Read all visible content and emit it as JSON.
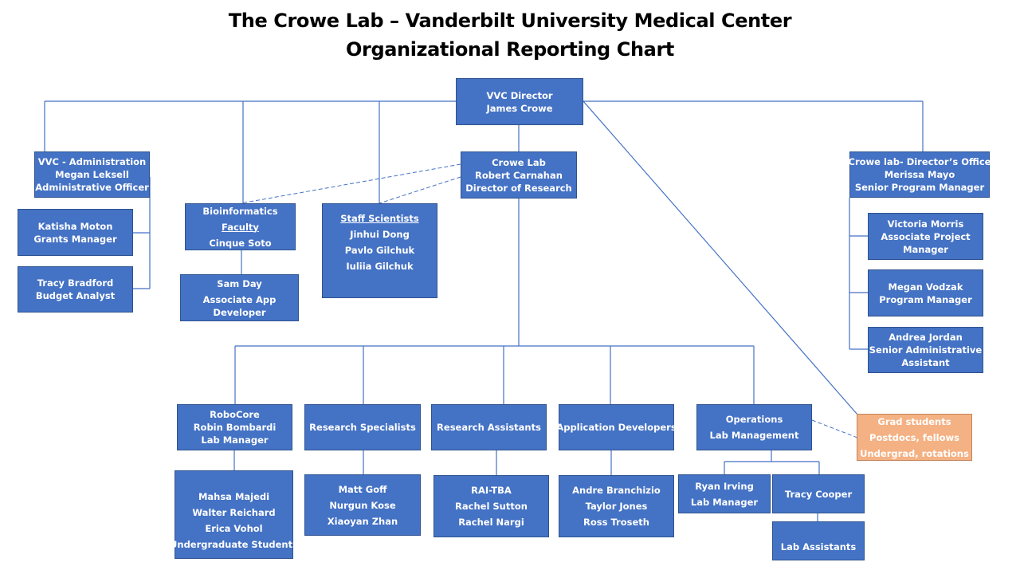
{
  "title": {
    "line1": "The Crowe Lab – Vanderbilt University Medical Center",
    "line2": "Organizational Reporting Chart"
  },
  "colors": {
    "box_fill": "#4472c4",
    "box_border": "#2f528f",
    "highlight_fill": "#f4b183",
    "connector": "#4472c4",
    "text": "#ffffff"
  },
  "nodes": {
    "director": {
      "lines": [
        "VVC Director",
        "James Crowe"
      ]
    },
    "administration": {
      "lines": [
        "VVC - Administration",
        "Megan Leksell",
        "Administrative Officer"
      ]
    },
    "grants": {
      "lines": [
        "Katisha  Moton",
        "Grants Manager"
      ]
    },
    "budget": {
      "lines": [
        "Tracy  Bradford",
        "Budget Analyst"
      ]
    },
    "crowe_lab": {
      "lines": [
        "Crowe Lab",
        "Robert Carnahan",
        "Director of Research"
      ]
    },
    "bioinformatics": {
      "lines": [
        "Bioinformatics",
        "Faculty",
        "Cinque Soto"
      ]
    },
    "sam_day": {
      "lines": [
        "Sam Day",
        "Associate App",
        "Developer"
      ]
    },
    "staff_scientists": {
      "lines": [
        "Staff Scientists",
        "Jinhui Dong",
        "Pavlo Gilchuk",
        "Iuliia  Gilchuk"
      ]
    },
    "directors_office": {
      "lines": [
        "Crowe lab- Director’s Office",
        "Merissa Mayo",
        "Senior Program Manager"
      ]
    },
    "victoria": {
      "lines": [
        "Victoria Morris",
        "Associate Project",
        "Manager"
      ]
    },
    "megan_v": {
      "lines": [
        "Megan Vodzak",
        "Program Manager"
      ]
    },
    "andrea": {
      "lines": [
        "Andrea Jordan",
        "Senior Administrative",
        "Assistant"
      ]
    },
    "robocore": {
      "lines": [
        "RoboCore",
        "Robin Bombardi",
        "Lab Manager"
      ]
    },
    "robocore_staff": {
      "lines": [
        "Mahsa  Majedi",
        "Walter Reichard",
        "Erica Vohol",
        "Undergraduate Students"
      ]
    },
    "research_specialists": {
      "lines": [
        "Research Specialists"
      ]
    },
    "specialists_staff": {
      "lines": [
        "Matt Goff",
        "Nurgun Kose",
        "Xiaoyan  Zhan"
      ]
    },
    "research_assistants": {
      "lines": [
        "Research Assistants"
      ]
    },
    "assistants_staff": {
      "lines": [
        "RAI-TBA",
        "Rachel  Sutton",
        "Rachel  Nargi"
      ]
    },
    "app_developers": {
      "lines": [
        "Application  Developers"
      ]
    },
    "developers_staff": {
      "lines": [
        "Andre Branchizio",
        "Taylor  Jones",
        "Ross Troseth"
      ]
    },
    "operations": {
      "lines": [
        "Operations",
        "Lab Management"
      ]
    },
    "ryan": {
      "lines": [
        "Ryan Irving",
        "Lab Manager"
      ]
    },
    "tracy_c": {
      "lines": [
        "Tracy  Cooper"
      ]
    },
    "lab_assistants": {
      "lines": [
        "Lab Assistants"
      ]
    },
    "trainees": {
      "lines": [
        "Grad students",
        "Postdocs, fellows",
        "Undergrad, rotations"
      ]
    }
  }
}
